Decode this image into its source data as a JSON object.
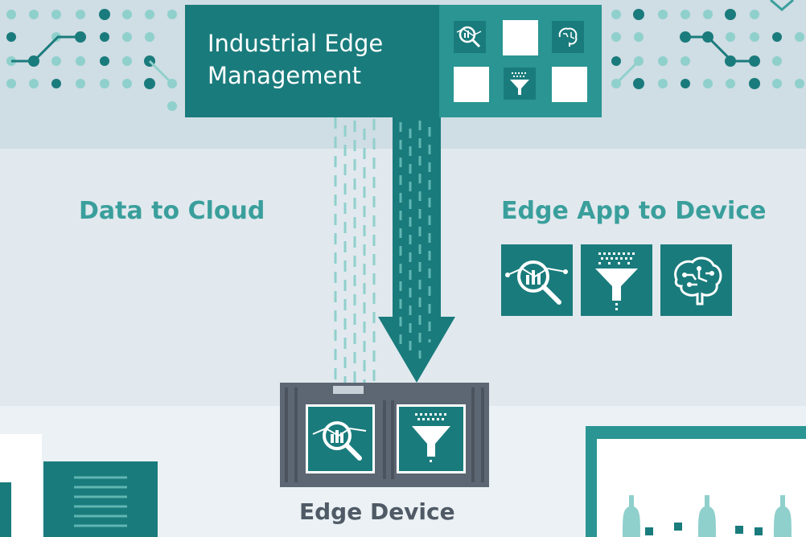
{
  "management": {
    "title_line1": "Industrial Edge",
    "title_line2": "Management"
  },
  "labels": {
    "data_to_cloud": "Data to Cloud",
    "edge_app_to_device": "Edge App to Device",
    "edge_device": "Edge Device"
  },
  "colors": {
    "teal_dark": "#1a7b7c",
    "teal_mid": "#2a9593",
    "teal_light": "#3a9f9c",
    "dash_light": "#8fd0cc",
    "device_gray": "#5d6773"
  },
  "icons": {
    "app_icons": [
      "analytics-magnifier-icon",
      "data-filter-funnel-icon",
      "ai-brain-icon"
    ],
    "device_icons": [
      "analytics-magnifier-icon",
      "data-filter-funnel-icon"
    ]
  }
}
